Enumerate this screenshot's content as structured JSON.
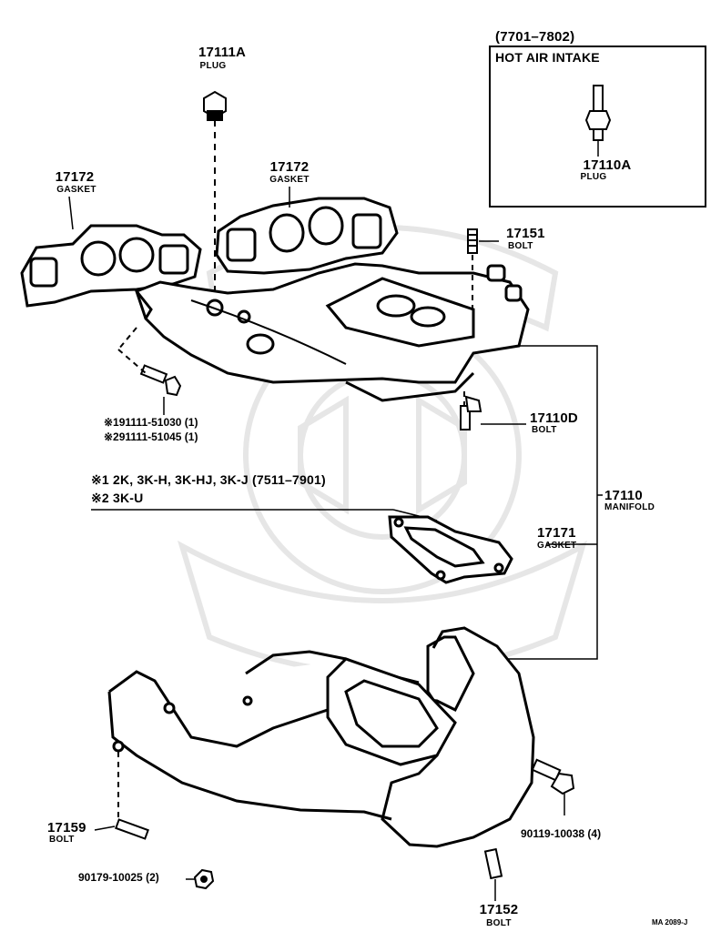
{
  "inset": {
    "date_range": "(7701–7802)",
    "title": "HOT AIR INTAKE",
    "part_number": "17110A",
    "part_caption": "PLUG"
  },
  "callouts": {
    "plug_top": {
      "number": "17111A",
      "caption": "PLUG"
    },
    "gasket_left": {
      "number": "17172",
      "caption": "GASKET"
    },
    "gasket_mid": {
      "number": "17172",
      "caption": "GASKET"
    },
    "bolt_17151": {
      "number": "17151",
      "caption": "BOLT"
    },
    "bolt_17110d": {
      "number": "17110D",
      "caption": "BOLT"
    },
    "manifold": {
      "number": "17110",
      "caption": "MANIFOLD"
    },
    "gasket_17171": {
      "number": "17171",
      "caption": "GASKET"
    },
    "bolt_17159": {
      "number": "17159",
      "caption": "BOLT"
    },
    "bolt_17152": {
      "number": "17152",
      "caption": "BOLT"
    },
    "bolt_90119": {
      "text": "90119-10038 (4)"
    },
    "nut_90179": {
      "text": "90179-10025 (2)"
    },
    "bolt_91111_a": {
      "text": "※191111-51030 (1)"
    },
    "bolt_91111_b": {
      "text": "※291111-51045 (1)"
    }
  },
  "notes": {
    "note1": "※1 2K, 3K-H, 3K-HJ, 3K-J (7511–7901)",
    "note2": "※2 3K-U"
  },
  "figure_code": "MA 2089-J",
  "colors": {
    "ink": "#000000",
    "watermark": "#e4e4e4",
    "paper": "#ffffff"
  }
}
